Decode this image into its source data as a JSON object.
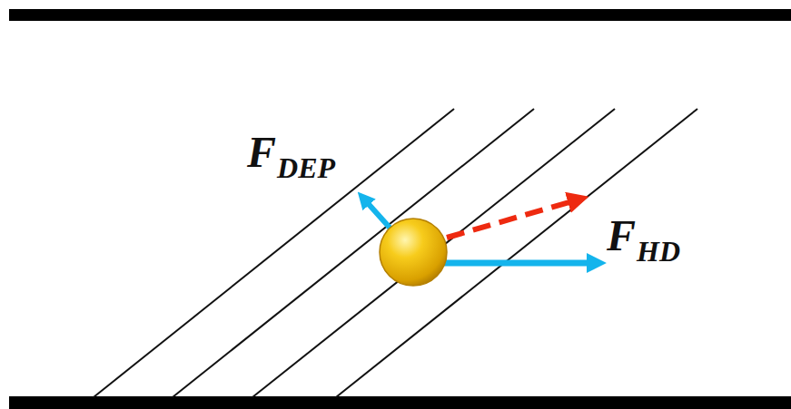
{
  "diagram": {
    "labels": [
      "F",
      "DEP",
      "F",
      "HD"
    ]
  }
}
